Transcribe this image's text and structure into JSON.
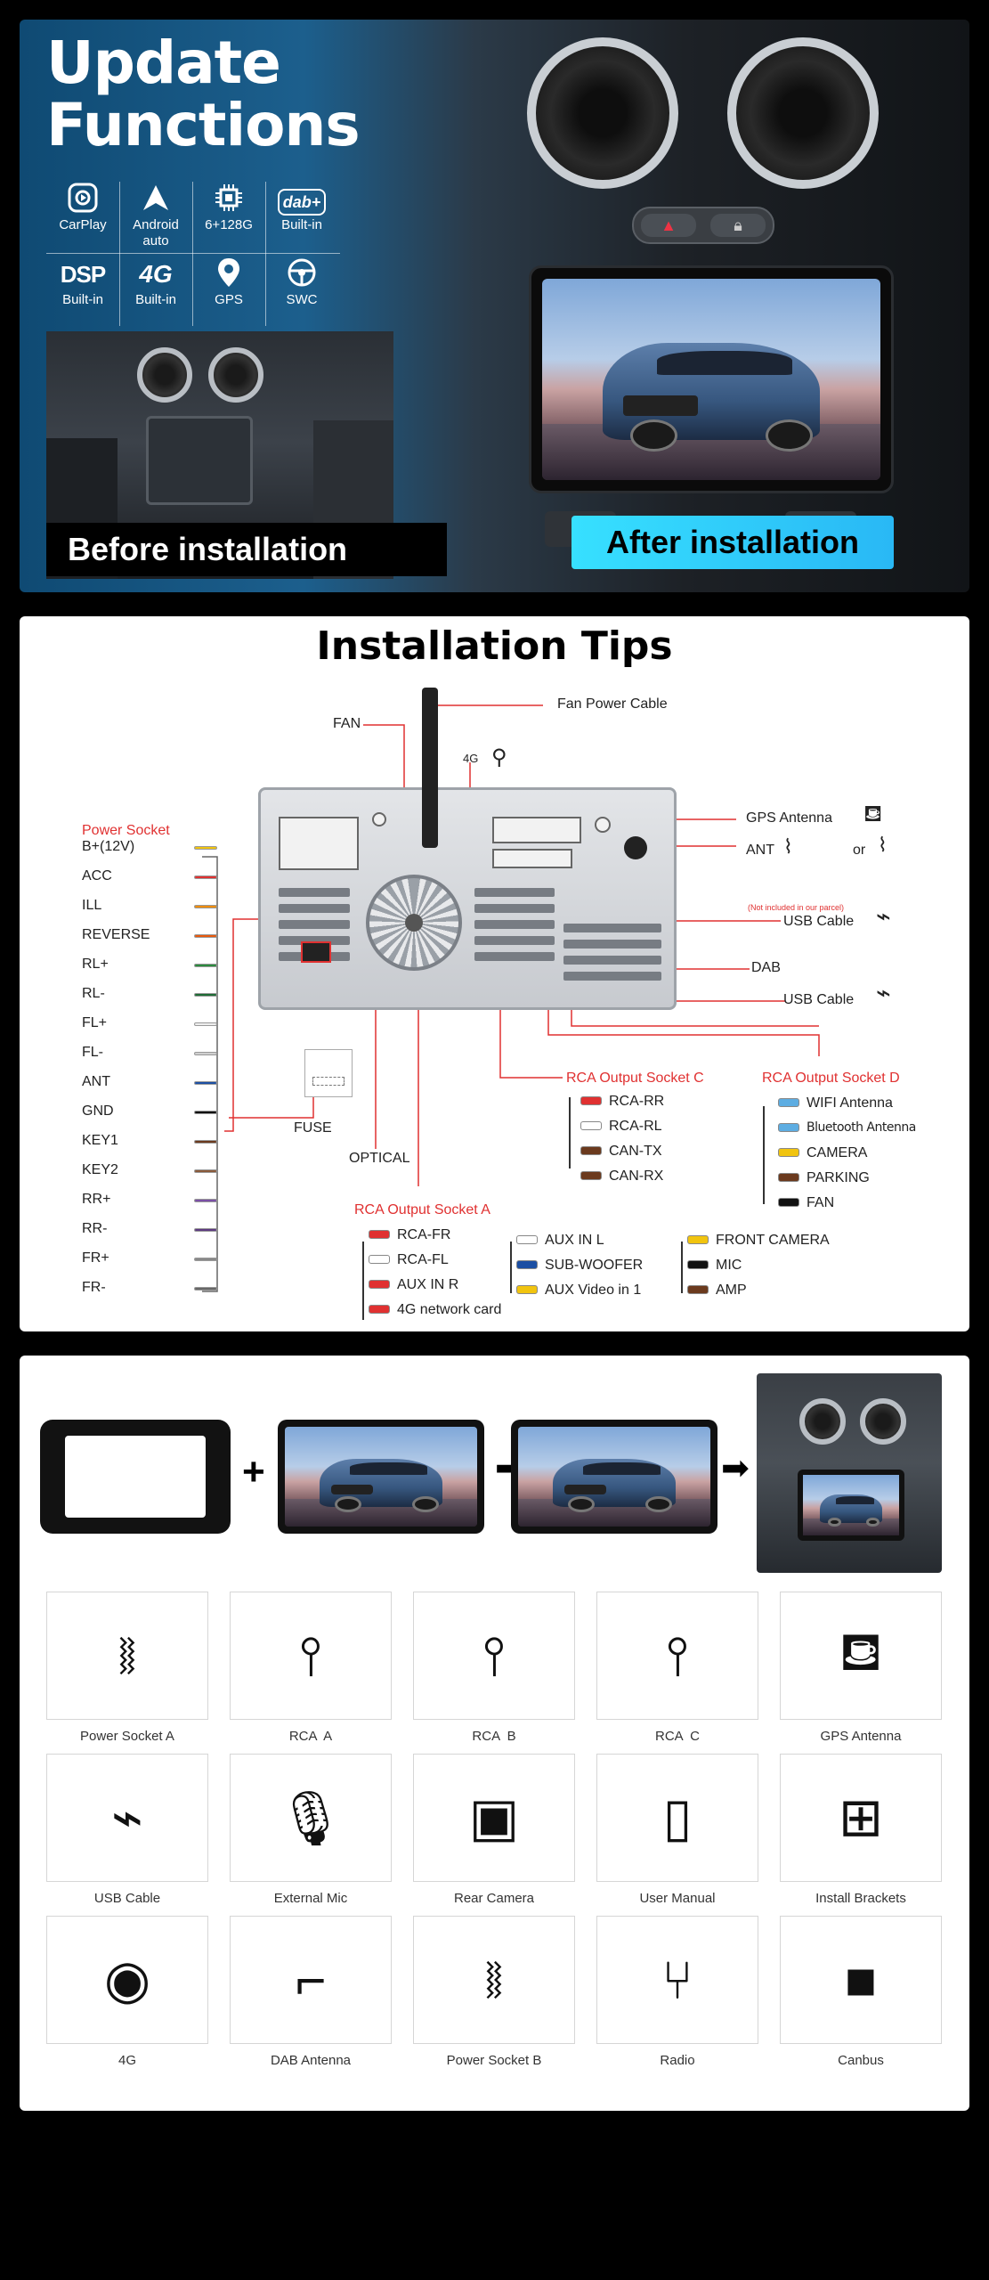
{
  "hero": {
    "title_line1": "Update",
    "title_line2": "Functions",
    "features": [
      {
        "icon": "carplay-icon",
        "label": "CarPlay"
      },
      {
        "icon": "android-auto-icon",
        "label": "Android auto"
      },
      {
        "icon": "chip-icon",
        "label": "6+128G"
      },
      {
        "icon": "dab-icon",
        "icon_text": "dab+",
        "label": "Built-in"
      },
      {
        "icon": "dsp-icon",
        "icon_text": "DSP",
        "label": "Built-in"
      },
      {
        "icon": "4g-icon",
        "icon_text": "4G",
        "label": "Built-in"
      },
      {
        "icon": "gps-pin-icon",
        "label": "GPS"
      },
      {
        "icon": "steering-wheel-icon",
        "label": "SWC"
      }
    ],
    "before_label": "Before installation",
    "after_label": "After installation"
  },
  "tips": {
    "title": "Installation Tips",
    "fan_power_cable": "Fan Power Cable",
    "fan": "FAN",
    "fourg": "4G",
    "gps_antenna": "GPS Antenna",
    "ant": "ANT",
    "or": "or",
    "not_included": "(Not included in our parcel)",
    "usb_cable_1": "USB Cable",
    "dab": "DAB",
    "usb_cable_2": "USB Cable",
    "power_socket_title": "Power Socket",
    "power_pins": [
      {
        "label": "B+(12V)",
        "color": "#f1c40f"
      },
      {
        "label": "ACC",
        "color": "#e03131"
      },
      {
        "label": "ILL",
        "color": "#f08c00"
      },
      {
        "label": "REVERSE",
        "color": "#e8590c"
      },
      {
        "label": "RL+",
        "color": "#2b8a3e"
      },
      {
        "label": "RL-",
        "color": "#1e6b35"
      },
      {
        "label": "FL+",
        "color": "#eeeeee"
      },
      {
        "label": "FL-",
        "color": "#cfcfcf"
      },
      {
        "label": "ANT",
        "color": "#1c4fa3"
      },
      {
        "label": "GND",
        "color": "#111111"
      },
      {
        "label": "KEY1",
        "color": "#6b3a1e"
      },
      {
        "label": "KEY2",
        "color": "#8a5a3a"
      },
      {
        "label": "RR+",
        "color": "#7b4fa6"
      },
      {
        "label": "RR-",
        "color": "#5d3a80"
      },
      {
        "label": "FR+",
        "color": "#888888"
      },
      {
        "label": "FR-",
        "color": "#666666"
      }
    ],
    "fuse": "FUSE",
    "optical": "OPTICAL",
    "rca_a_title": "RCA Output Socket A",
    "rca_a": [
      {
        "label": "RCA-FR",
        "color": "#e03131"
      },
      {
        "label": "RCA-FL",
        "color": "#ffffff"
      },
      {
        "label": "AUX IN R",
        "color": "#e03131"
      },
      {
        "label": "4G network card",
        "color": "#e03131"
      }
    ],
    "rca_a_col2": [
      {
        "label": "AUX IN L",
        "color": "#ffffff"
      },
      {
        "label": "SUB-WOOFER",
        "color": "#1c4fa3"
      },
      {
        "label": "AUX Video in 1",
        "color": "#f1c40f"
      }
    ],
    "rca_a_col3": [
      {
        "label": "FRONT CAMERA",
        "color": "#f1c40f"
      },
      {
        "label": "MIC",
        "color": "#111111"
      },
      {
        "label": "AMP",
        "color": "#6b3a1e"
      }
    ],
    "rca_c_title": "RCA Output Socket C",
    "rca_c": [
      {
        "label": "RCA-RR",
        "color": "#e03131"
      },
      {
        "label": "RCA-RL",
        "color": "#ffffff"
      },
      {
        "label": "CAN-TX",
        "color": "#6b3a1e"
      },
      {
        "label": "CAN-RX",
        "color": "#6b3a1e"
      }
    ],
    "rca_d_title": "RCA Output Socket D",
    "rca_d": [
      {
        "label": "WIFI Antenna",
        "color": "#5dade2"
      },
      {
        "label": "Bluetooth Antenna",
        "color": "#5dade2"
      },
      {
        "label": "CAMERA",
        "color": "#f1c40f"
      },
      {
        "label": "PARKING",
        "color": "#6b3a1e"
      },
      {
        "label": "FAN",
        "color": "#111111"
      }
    ]
  },
  "package": {
    "items": [
      {
        "name": "Power Socket A",
        "icon": "harness-icon"
      },
      {
        "name": "RCA  A",
        "icon": "rca-cable-icon"
      },
      {
        "name": "RCA  B",
        "icon": "rca-cable-icon"
      },
      {
        "name": "RCA  C",
        "icon": "rca-cable-icon"
      },
      {
        "name": "GPS Antenna",
        "icon": "gps-antenna-icon"
      },
      {
        "name": "USB Cable",
        "icon": "usb-cable-icon"
      },
      {
        "name": "External Mic",
        "icon": "microphone-icon"
      },
      {
        "name": "Rear Camera",
        "icon": "camera-icon"
      },
      {
        "name": "User Manual",
        "icon": "manual-icon"
      },
      {
        "name": "Install Brackets",
        "icon": "bracket-icon"
      },
      {
        "name": "4G",
        "icon": "4g-antenna-icon"
      },
      {
        "name": "DAB Antenna",
        "icon": "dab-antenna-icon"
      },
      {
        "name": "Power Socket B",
        "icon": "harness-icon"
      },
      {
        "name": "Radio",
        "icon": "radio-adapter-icon"
      },
      {
        "name": "Canbus",
        "icon": "canbus-box-icon"
      }
    ]
  },
  "colors": {
    "accent_cyan": "#37e0ff",
    "label_red": "#e03131",
    "hero_blue": "#1c5f8d"
  }
}
